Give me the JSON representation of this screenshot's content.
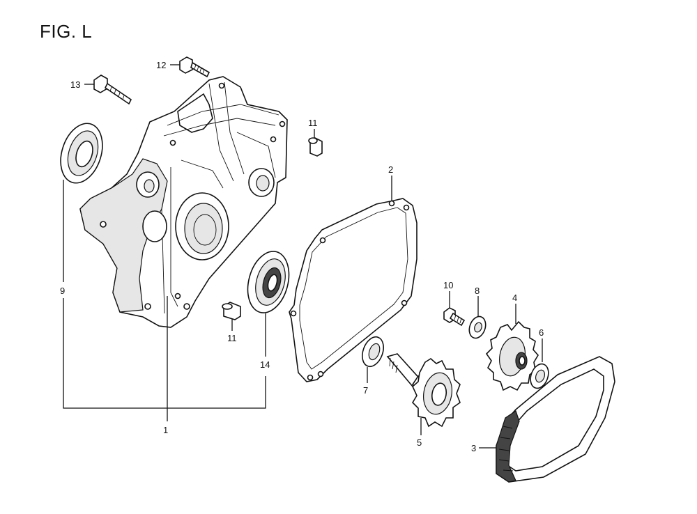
{
  "figure": {
    "title": "FIG. L"
  },
  "callouts": [
    {
      "id": "c1",
      "label": "1"
    },
    {
      "id": "c2",
      "label": "2"
    },
    {
      "id": "c3",
      "label": "3"
    },
    {
      "id": "c4",
      "label": "4"
    },
    {
      "id": "c5",
      "label": "5"
    },
    {
      "id": "c6",
      "label": "6"
    },
    {
      "id": "c7",
      "label": "7"
    },
    {
      "id": "c8",
      "label": "8"
    },
    {
      "id": "c9",
      "label": "9"
    },
    {
      "id": "c10",
      "label": "10"
    },
    {
      "id": "c11a",
      "label": "11"
    },
    {
      "id": "c11b",
      "label": "11"
    },
    {
      "id": "c12",
      "label": "12"
    },
    {
      "id": "c13",
      "label": "13"
    },
    {
      "id": "c14",
      "label": "14"
    }
  ]
}
